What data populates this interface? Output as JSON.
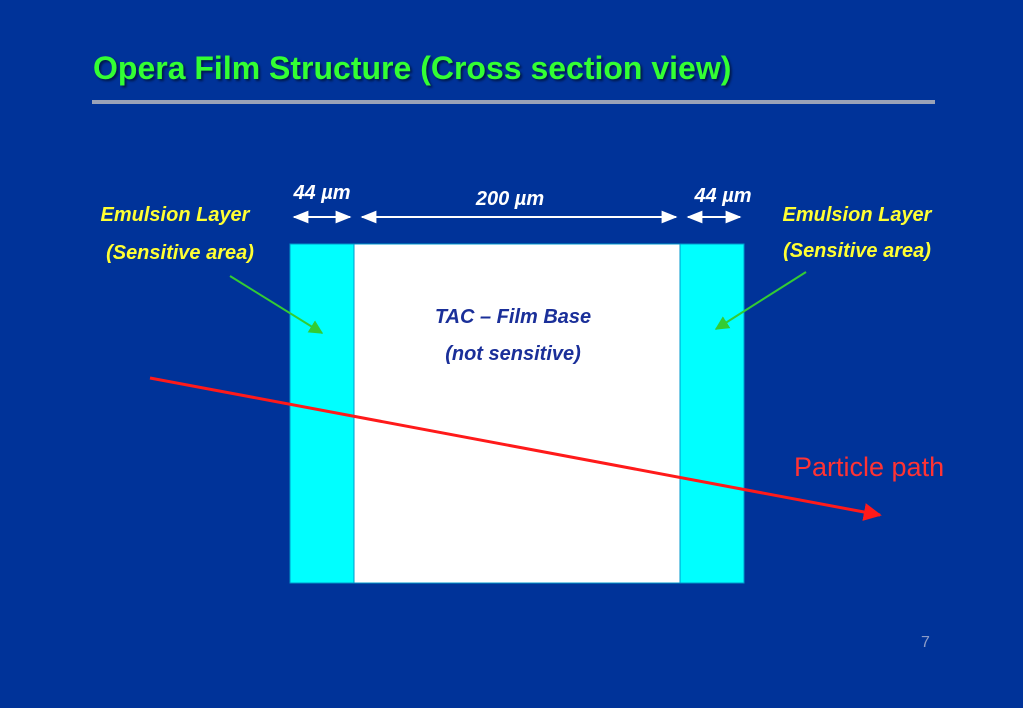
{
  "slide": {
    "title": "Opera Film Structure (Cross section view)",
    "page_number": "7"
  },
  "diagram": {
    "left_layer": {
      "name": "Emulsion Layer",
      "detail": "(Sensitive area)",
      "thickness_label": "44 µm"
    },
    "base": {
      "name": "TAC – Film Base",
      "detail": "(not sensitive)",
      "thickness_label": "200 µm"
    },
    "right_layer": {
      "name": "Emulsion Layer",
      "detail": "(Sensitive area)",
      "thickness_label": "44 µm"
    },
    "particle_label": "Particle path",
    "colors": {
      "background": "#003399",
      "title": "#33ff33",
      "emulsion": "#00ffff",
      "base": "#ffffff",
      "pointer": "#33cc33",
      "particle": "#ff1a1a",
      "layer_label": "#ffff33"
    }
  }
}
